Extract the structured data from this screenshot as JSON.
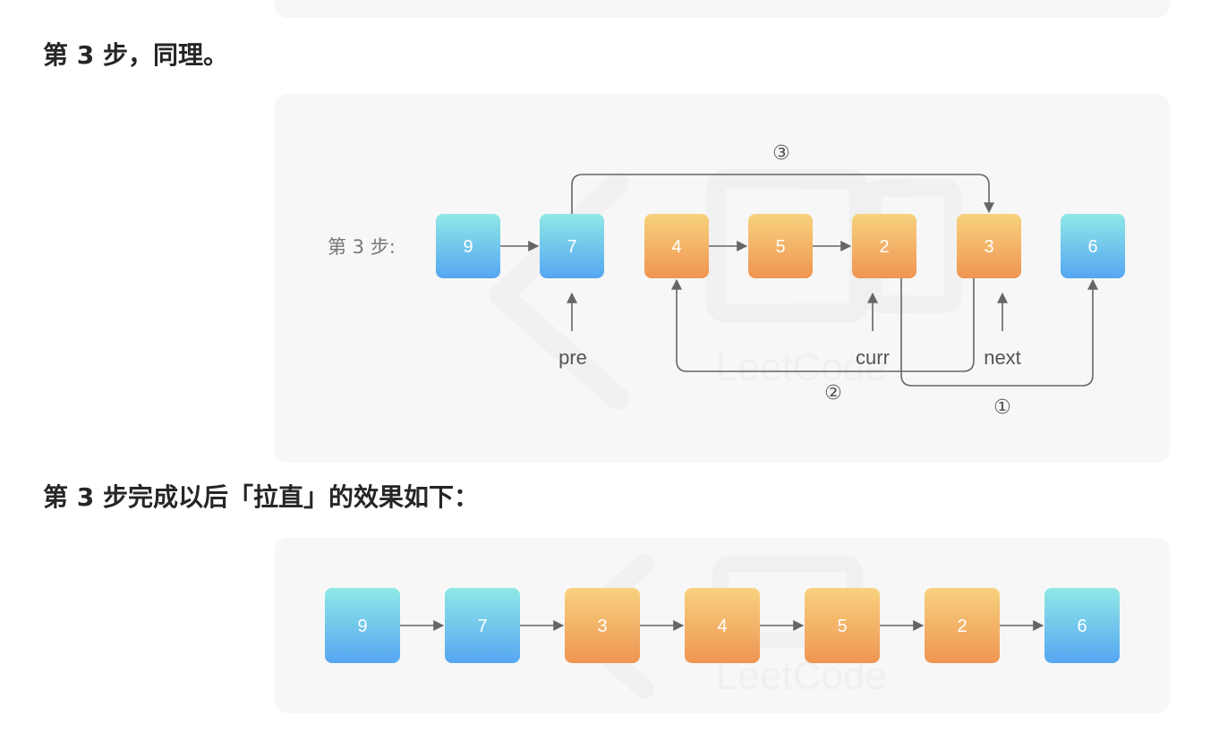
{
  "paragraphs": {
    "p1": "第 3 步，同理。",
    "p2": "第 3 步完成以后「拉直」的效果如下："
  },
  "diagram1": {
    "step_label": "第 3 步:",
    "nodes": [
      {
        "value": "9",
        "color": "blue"
      },
      {
        "value": "7",
        "color": "blue"
      },
      {
        "value": "4",
        "color": "orange"
      },
      {
        "value": "5",
        "color": "orange"
      },
      {
        "value": "2",
        "color": "orange"
      },
      {
        "value": "3",
        "color": "orange"
      },
      {
        "value": "6",
        "color": "blue"
      }
    ],
    "pointers": {
      "pre": "pre",
      "curr": "curr",
      "next": "next"
    },
    "steps": {
      "one": "①",
      "two": "②",
      "three": "③"
    },
    "watermark": "LeetCode"
  },
  "diagram2": {
    "nodes": [
      {
        "value": "9",
        "color": "blue"
      },
      {
        "value": "7",
        "color": "blue"
      },
      {
        "value": "3",
        "color": "orange"
      },
      {
        "value": "4",
        "color": "orange"
      },
      {
        "value": "5",
        "color": "orange"
      },
      {
        "value": "2",
        "color": "orange"
      },
      {
        "value": "6",
        "color": "blue"
      }
    ],
    "watermark": "LeetCode"
  },
  "colors": {
    "blue_top": "#8fe8e6",
    "blue_bottom": "#56a6f2",
    "orange_top": "#f7d27e",
    "orange_bottom": "#ef9552",
    "arrow": "#666666",
    "panel": "#f7f7f7"
  }
}
